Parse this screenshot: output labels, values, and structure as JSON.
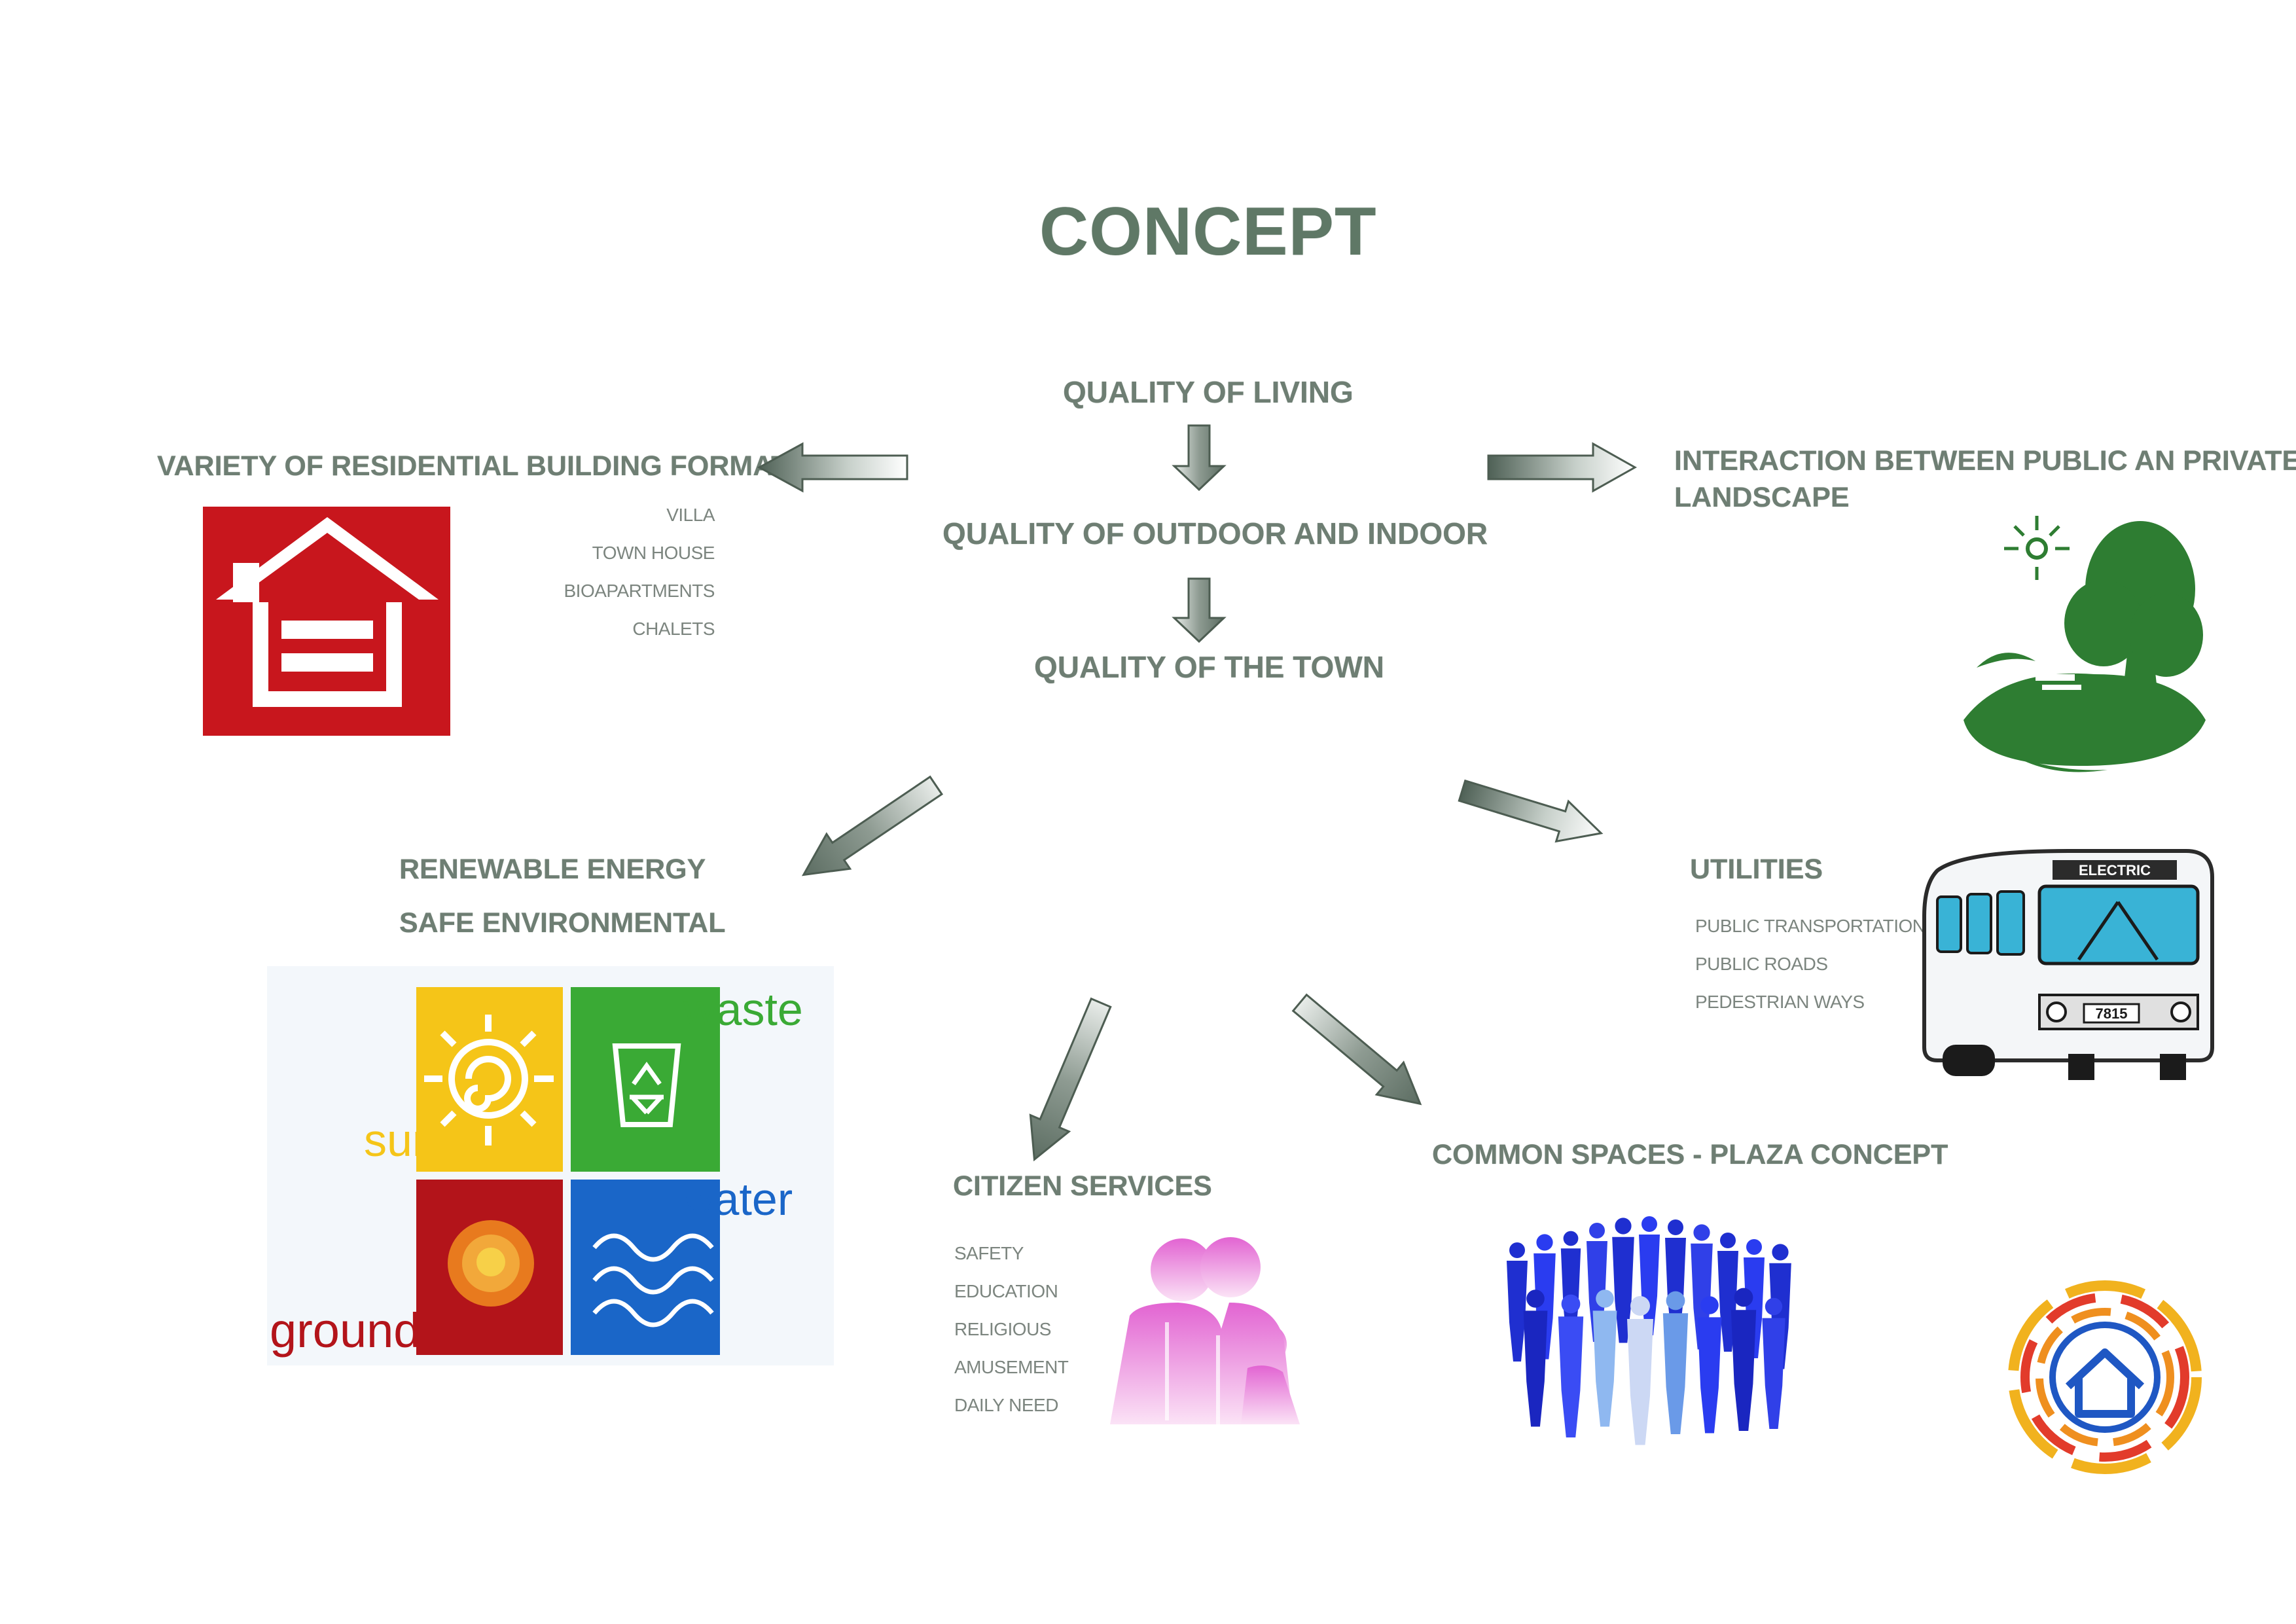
{
  "title": "CONCEPT",
  "center": {
    "quality_living": "QUALITY OF LIVING",
    "quality_outdoor": "QUALITY OF OUTDOOR AND INDOOR",
    "quality_town": "QUALITY OF THE TOWN"
  },
  "residential": {
    "heading": "VARIETY OF RESIDENTIAL BUILDING FORMATS",
    "items": [
      "VILLA",
      "TOWN HOUSE",
      "BIOAPARTMENTS",
      "CHALETS"
    ]
  },
  "landscape": {
    "heading_line1": "INTERACTION BETWEEN PUBLIC AN PRIVATE",
    "heading_line2": "LANDSCAPE"
  },
  "energy": {
    "heading1": "RENEWABLE ENERGY",
    "heading2": "SAFE ENVIRONMENTAL",
    "tiles": {
      "sun": "sun",
      "waste": "waste",
      "water": "water",
      "ground": "ground"
    }
  },
  "utilities": {
    "heading": "UTILITIES",
    "items": [
      "PUBLIC TRANSPORTATION",
      "PUBLIC ROADS",
      "PEDESTRIAN WAYS"
    ],
    "bus_sign": "ELECTRIC",
    "bus_number": "7815"
  },
  "citizen": {
    "heading": "CITIZEN SERVICES",
    "items": [
      "SAFETY",
      "EDUCATION",
      "RELIGIOUS",
      "AMUSEMENT",
      "DAILY NEED"
    ]
  },
  "common": {
    "heading": "COMMON SPACES - PLAZA CONCEPT"
  },
  "colors": {
    "text": "#6e7e73",
    "house_red": "#c8161d",
    "tree_green": "#2e7d32",
    "sun_yellow": "#f5c518",
    "waste_green": "#3aaa35",
    "water_blue": "#1a66c8",
    "ground_red": "#b3141a",
    "family_pink": "#e87ad8",
    "crowd_blue": "#1f2fd0"
  },
  "icons": [
    "house-icon",
    "park-tree-icon",
    "energy-tiles-icon",
    "bus-icon",
    "family-icon",
    "crowd-icon",
    "logo-icon"
  ]
}
